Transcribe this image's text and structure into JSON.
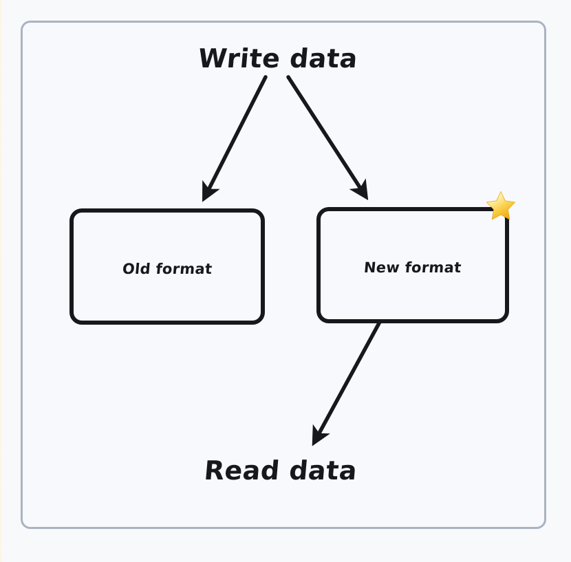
{
  "diagram": {
    "title_top": "Write data",
    "title_bottom": "Read data",
    "nodes": [
      {
        "id": "old-format",
        "label": "Old format",
        "starred": false
      },
      {
        "id": "new-format",
        "label": "New format",
        "starred": true
      }
    ],
    "badge": {
      "icon": "star-icon",
      "meaning": "preferred format"
    },
    "edges": [
      {
        "from": "Write data",
        "to": "Old format",
        "style": "arrow"
      },
      {
        "from": "Write data",
        "to": "New format",
        "style": "arrow"
      },
      {
        "from": "New format",
        "to": "Read data",
        "style": "arrow"
      }
    ],
    "colors": {
      "page_background": "#f8f9fb",
      "canvas_background": "#f8f9fc",
      "frame_border": "#aab3c1",
      "ink": "#16181c",
      "star_gold": "#f7c325",
      "star_highlight": "#fdf6c8",
      "edge_strip": "#fbf3e4"
    }
  }
}
